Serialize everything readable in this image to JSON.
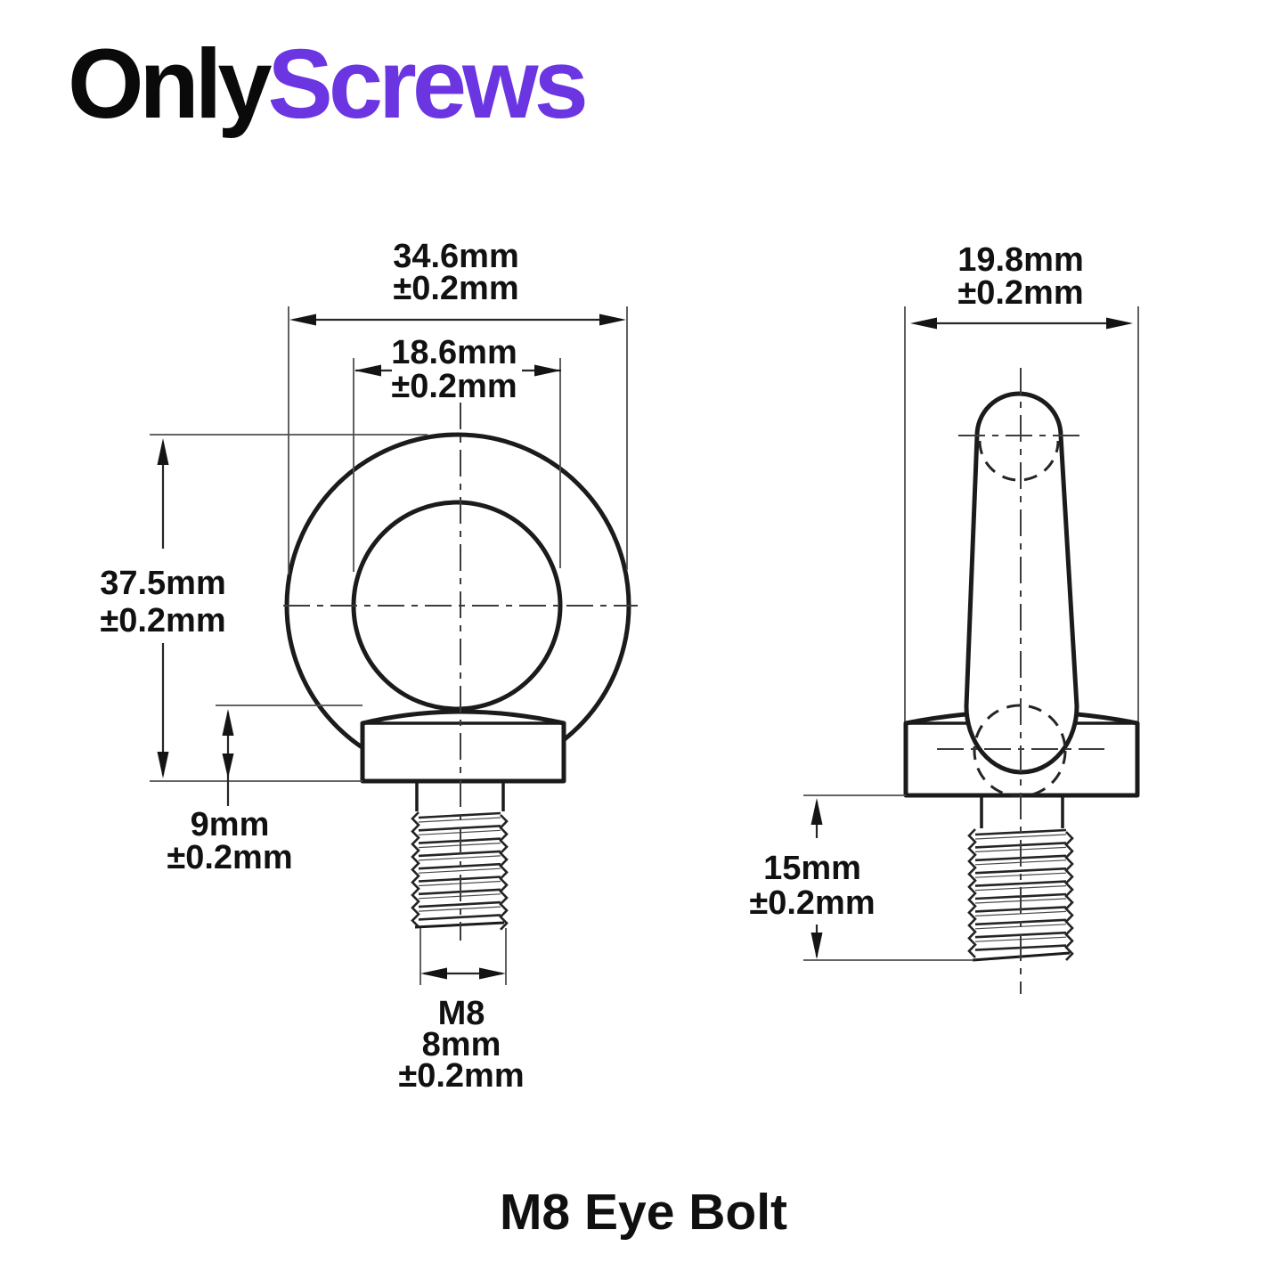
{
  "brand": {
    "part1": "Only",
    "part2": "Screws",
    "accent_color": "#6C35E2",
    "text_color": "#0a0a0a"
  },
  "product": {
    "title": "M8 Eye Bolt"
  },
  "drawing": {
    "front_view": {
      "eye_outer_diameter": {
        "value": "34.6mm",
        "tolerance": "±0.2mm"
      },
      "eye_inner_diameter": {
        "value": "18.6mm",
        "tolerance": "±0.2mm"
      },
      "overall_height": {
        "value": "37.5mm",
        "tolerance": "±0.2mm"
      },
      "collar_height": {
        "value": "9mm",
        "tolerance": "±0.2mm"
      },
      "thread_designation": "M8",
      "thread_diameter": {
        "value": "8mm",
        "tolerance": "±0.2mm"
      }
    },
    "side_view": {
      "collar_diameter": {
        "value": "19.8mm",
        "tolerance": "±0.2mm"
      },
      "thread_length": {
        "value": "15mm",
        "tolerance": "±0.2mm"
      }
    }
  }
}
